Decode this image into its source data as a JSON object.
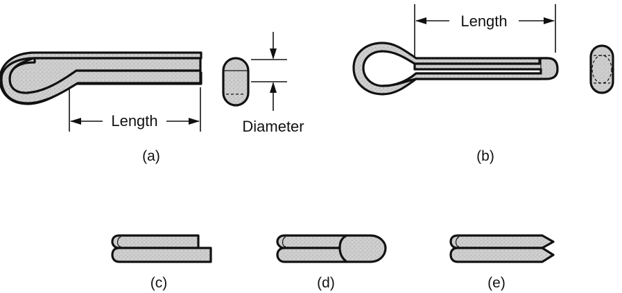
{
  "figure_a": {
    "dimension_length": "Length",
    "dimension_diameter": "Diameter",
    "caption": "(a)"
  },
  "figure_b": {
    "dimension_length": "Length",
    "caption": "(b)"
  },
  "figure_c": {
    "caption": "(c)"
  },
  "figure_d": {
    "caption": "(d)"
  },
  "figure_e": {
    "caption": "(e)"
  }
}
